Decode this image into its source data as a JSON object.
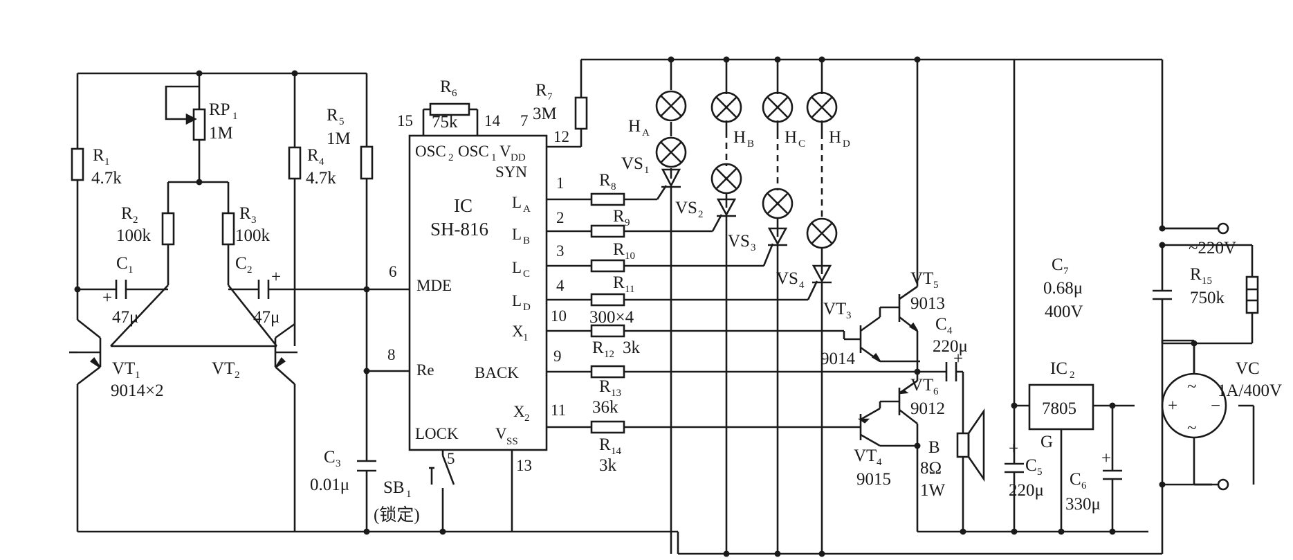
{
  "components": {
    "R1": {
      "name": "R",
      "sub": "1",
      "value": "4.7k"
    },
    "R2": {
      "name": "R",
      "sub": "2",
      "value": "100k"
    },
    "R3": {
      "name": "R",
      "sub": "3",
      "value": "100k"
    },
    "R4": {
      "name": "R",
      "sub": "4",
      "value": "4.7k"
    },
    "R5": {
      "name": "R",
      "sub": "5",
      "value": "1M"
    },
    "R6": {
      "name": "R",
      "sub": "6",
      "value": "75k"
    },
    "R7": {
      "name": "R",
      "sub": "7",
      "value": "3M"
    },
    "R8": {
      "name": "R",
      "sub": "8"
    },
    "R9": {
      "name": "R",
      "sub": "9"
    },
    "R10": {
      "name": "R",
      "sub": "10"
    },
    "R11": {
      "name": "R",
      "sub": "11",
      "value": "300×4"
    },
    "R12": {
      "name": "R",
      "sub": "12",
      "value": "3k"
    },
    "R13": {
      "name": "R",
      "sub": "13",
      "value": "36k"
    },
    "R14": {
      "name": "R",
      "sub": "14",
      "value": "3k"
    },
    "R15": {
      "name": "R",
      "sub": "15",
      "value": "750k"
    },
    "RP1": {
      "name": "RP",
      "sub": "1",
      "value": "1M"
    },
    "C1": {
      "name": "C",
      "sub": "1",
      "value": "47μ"
    },
    "C2": {
      "name": "C",
      "sub": "2",
      "value": "47μ"
    },
    "C3": {
      "name": "C",
      "sub": "3",
      "value": "0.01μ"
    },
    "C4": {
      "name": "C",
      "sub": "4",
      "value": "220μ"
    },
    "C5": {
      "name": "C",
      "sub": "5",
      "value": "220μ"
    },
    "C6": {
      "name": "C",
      "sub": "6",
      "value": "330μ"
    },
    "C7": {
      "name": "C",
      "sub": "7",
      "value": "0.68μ",
      "voltage": "400V"
    },
    "VT1": {
      "name": "VT",
      "sub": "1",
      "value": "9014×2"
    },
    "VT2": {
      "name": "VT",
      "sub": "2"
    },
    "VT3": {
      "name": "VT",
      "sub": "3",
      "value": "9014"
    },
    "VT4": {
      "name": "VT",
      "sub": "4",
      "value": "9015"
    },
    "VT5": {
      "name": "VT",
      "sub": "5",
      "value": "9013"
    },
    "VT6": {
      "name": "VT",
      "sub": "6",
      "value": "9012"
    },
    "VS1": {
      "name": "VS",
      "sub": "1"
    },
    "VS2": {
      "name": "VS",
      "sub": "2"
    },
    "VS3": {
      "name": "VS",
      "sub": "3"
    },
    "VS4": {
      "name": "VS",
      "sub": "4"
    },
    "HA": {
      "name": "H",
      "sub": "A"
    },
    "HB": {
      "name": "H",
      "sub": "B"
    },
    "HC": {
      "name": "H",
      "sub": "C"
    },
    "HD": {
      "name": "H",
      "sub": "D"
    },
    "IC1": {
      "name": "IC",
      "part": "SH-816"
    },
    "IC2": {
      "name": "IC",
      "sub": "2",
      "part": "7805",
      "pin": "G"
    },
    "SB1": {
      "name": "SB",
      "sub": "1",
      "note": "(锁定)"
    },
    "B": {
      "name": "B",
      "value": "8Ω",
      "power": "1W"
    },
    "VC": {
      "name": "VC",
      "value": "1A/400V"
    },
    "mains": {
      "label": "~220V"
    }
  },
  "ic_pins": {
    "osc2": {
      "label": "OSC",
      "sub": "2",
      "num": "15"
    },
    "osc1": {
      "label": "OSC",
      "sub": "1",
      "num": "14"
    },
    "vdd": {
      "label": "V",
      "sub": "DD",
      "num": "7"
    },
    "syn": {
      "label": "SYN",
      "num": "12"
    },
    "la": {
      "label": "L",
      "sub": "A",
      "num": "1"
    },
    "lb": {
      "label": "L",
      "sub": "B",
      "num": "2"
    },
    "lc": {
      "label": "L",
      "sub": "C",
      "num": "3"
    },
    "ld": {
      "label": "L",
      "sub": "D",
      "num": "4"
    },
    "x1": {
      "label": "X",
      "sub": "1",
      "num": "10"
    },
    "back": {
      "label": "BACK",
      "num": "9"
    },
    "x2": {
      "label": "X",
      "sub": "2",
      "num": "11"
    },
    "mde": {
      "label": "MDE",
      "num": "6"
    },
    "re": {
      "label": "Re",
      "num": "8"
    },
    "lock": {
      "label": "LOCK",
      "num": "5"
    },
    "vss": {
      "label": "V",
      "sub": "SS",
      "num": "13"
    }
  },
  "signs": {
    "plus": "+",
    "minus": "−",
    "ac": "~"
  }
}
